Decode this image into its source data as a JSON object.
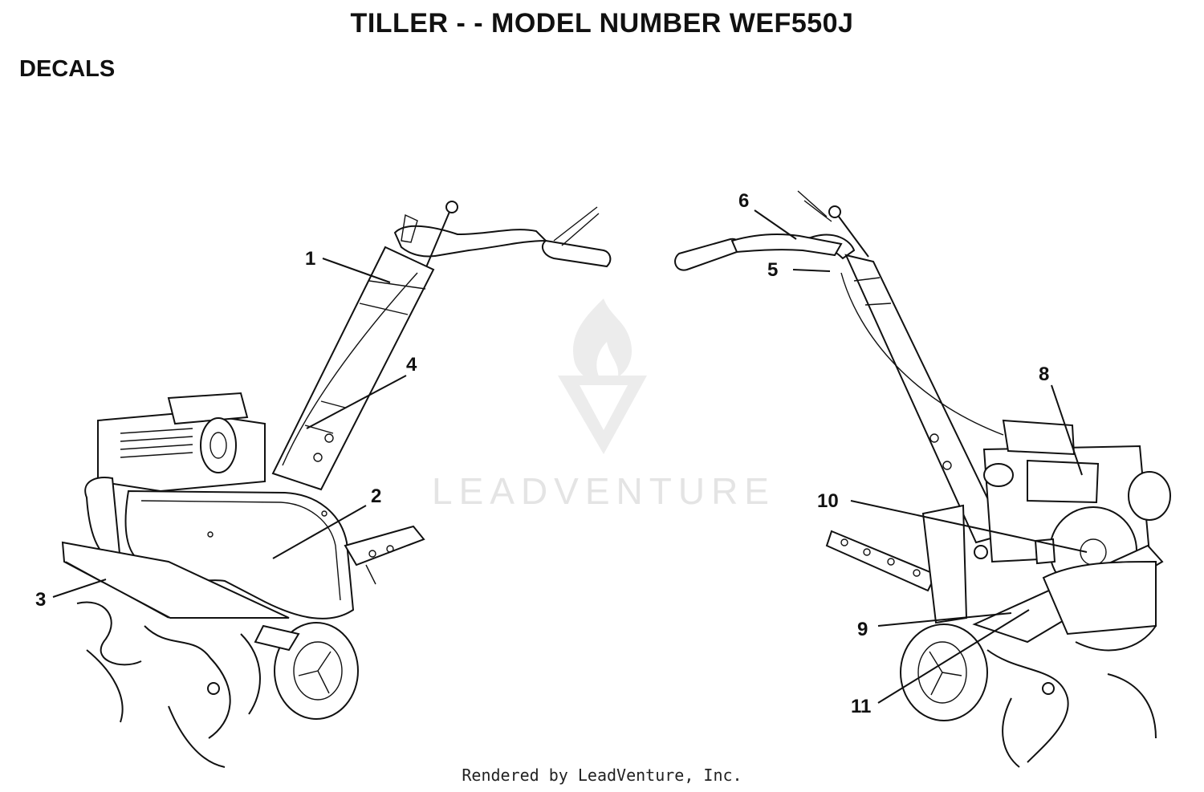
{
  "header": {
    "title": "TILLER - - MODEL NUMBER WEF550J",
    "section": "DECALS"
  },
  "watermark": {
    "text": "LEADVENTURE"
  },
  "callouts": [
    {
      "id": "1",
      "label": "1"
    },
    {
      "id": "2",
      "label": "2"
    },
    {
      "id": "3",
      "label": "3"
    },
    {
      "id": "4",
      "label": "4"
    },
    {
      "id": "5",
      "label": "5"
    },
    {
      "id": "6",
      "label": "6"
    },
    {
      "id": "8",
      "label": "8"
    },
    {
      "id": "9",
      "label": "9"
    },
    {
      "id": "10",
      "label": "10"
    },
    {
      "id": "11",
      "label": "11"
    }
  ],
  "footer": {
    "text": "Rendered by LeadVenture, Inc."
  }
}
